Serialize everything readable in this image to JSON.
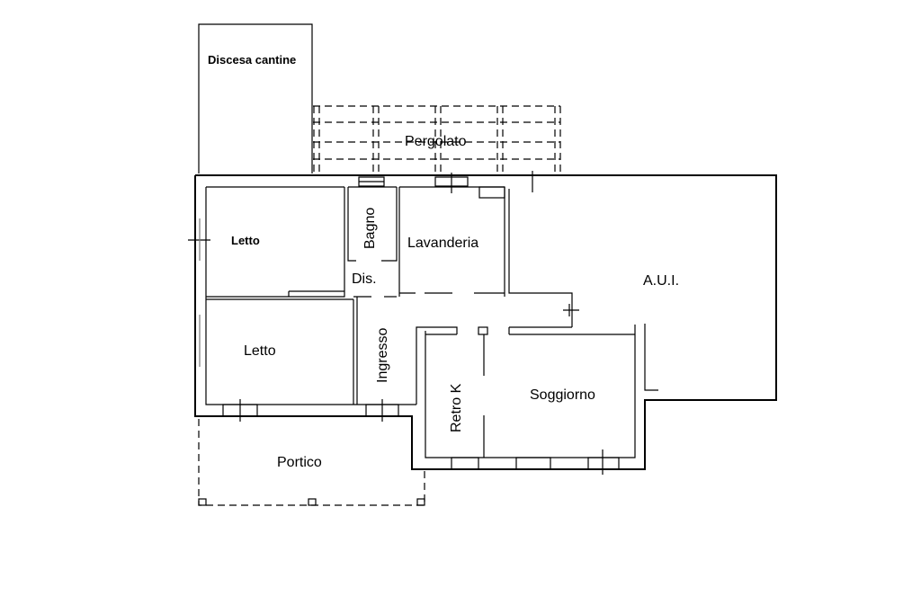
{
  "rooms": {
    "discesa_cantine": "Discesa cantine",
    "pergolato": "Pergolato",
    "letto_1": "Letto",
    "bagno": "Bagno",
    "lavanderia": "Lavanderia",
    "dis": "Dis.",
    "aui": "A.U.I.",
    "letto_2": "Letto",
    "ingresso": "Ingresso",
    "retro_k": "Retro K",
    "soggiorno": "Soggiorno",
    "portico": "Portico"
  }
}
